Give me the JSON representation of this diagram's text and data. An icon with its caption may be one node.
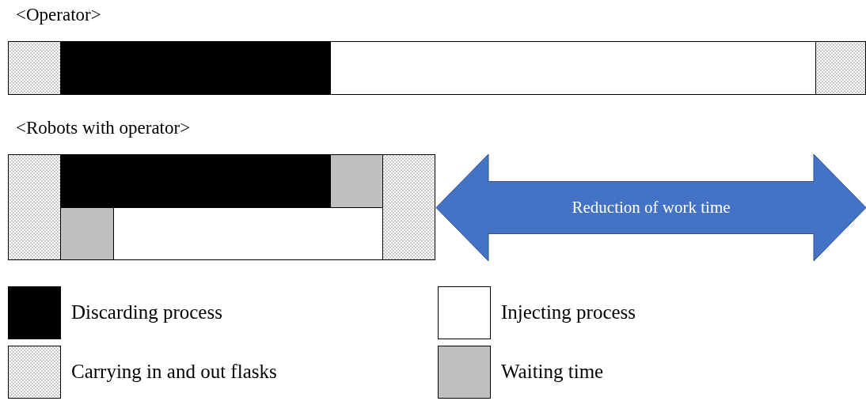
{
  "diagram": {
    "nodes": [
      {
        "text": [
          "Reduction of work time"
        ]
      }
    ],
    "edges": [],
    "labels": [
      "<Operator>",
      "<Robots with operator>"
    ],
    "legend": [
      {
        "text": "Discarding process",
        "color": "#000000"
      },
      {
        "text": "Injecting process",
        "color": "#ffffff"
      },
      {
        "text": "Carrying in and out flasks"
      },
      {
        "text": "Waiting time",
        "color": "#bfbfbf"
      }
    ]
  }
}
